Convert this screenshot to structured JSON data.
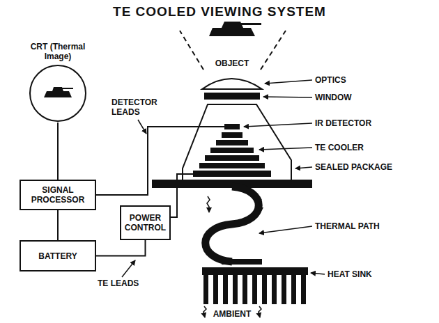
{
  "diagram": {
    "title": "TE COOLED VIEWING SYSTEM",
    "nodes": [
      {
        "text": [
          "CRT (Thermal Image)"
        ]
      },
      {
        "text": [
          "SIGNAL PROCESSOR"
        ]
      },
      {
        "text": [
          "POWER CONTROL"
        ]
      },
      {
        "text": [
          "BATTERY"
        ]
      }
    ],
    "edges": [
      {
        "from": 0,
        "to": 1,
        "arrow": "none"
      },
      {
        "from": 1,
        "to": 3,
        "arrow": "none"
      },
      {
        "from": 3,
        "to": 2,
        "arrow": "none"
      }
    ],
    "labels": [
      "OBJECT",
      "OPTICS",
      "WINDOW",
      "IR DETECTOR",
      "TE COOLER",
      "SEALED PACKAGE",
      "DETECTOR LEADS",
      "THERMAL PATH",
      "TE LEADS",
      "HEAT SINK",
      "AMBIENT"
    ]
  }
}
